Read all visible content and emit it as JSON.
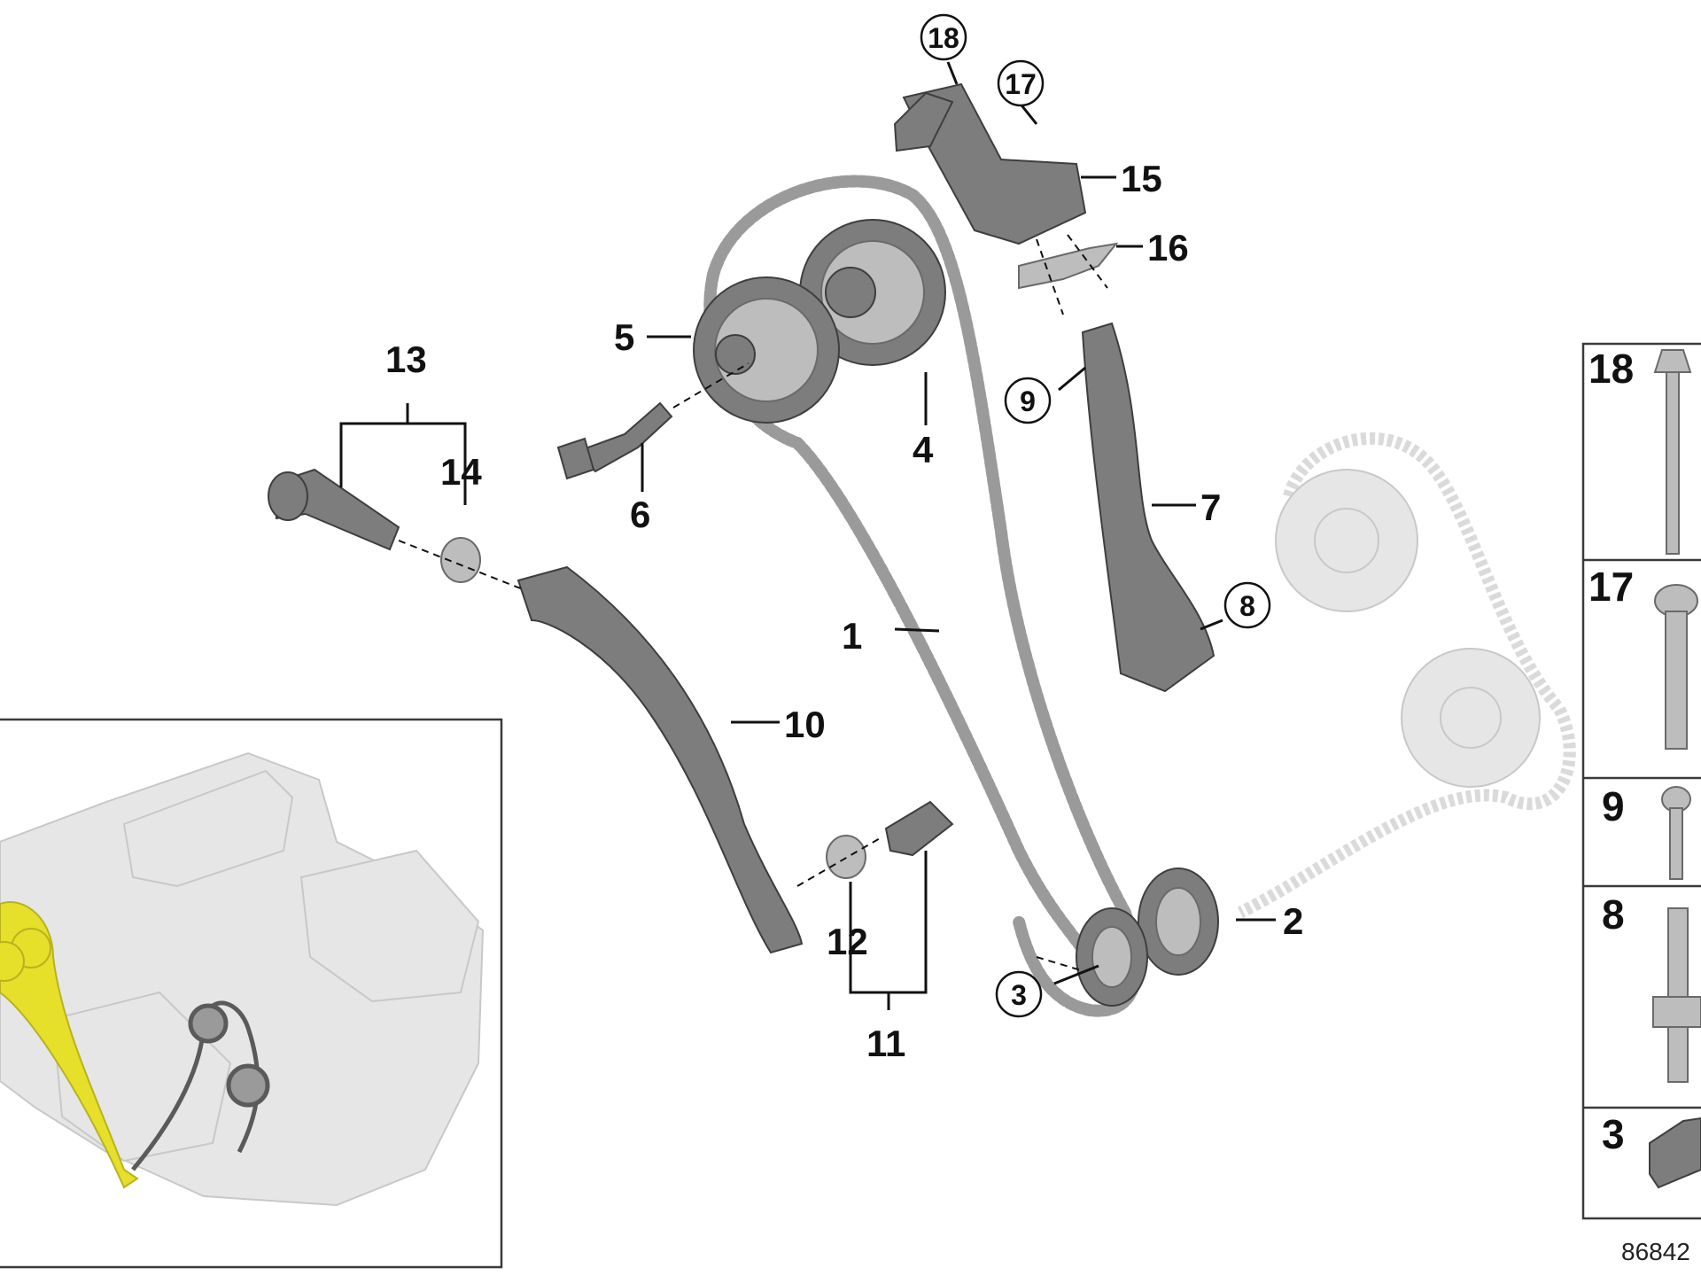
{
  "diagram": {
    "reference_number": "86842",
    "callouts": {
      "c1": "1",
      "c2": "2",
      "c3": "3",
      "c4": "4",
      "c5": "5",
      "c6": "6",
      "c7": "7",
      "c8": "8",
      "c9": "9",
      "c10": "10",
      "c11": "11",
      "c12": "12",
      "c13": "13",
      "c14": "14",
      "c15": "15",
      "c16": "16",
      "c17": "17",
      "c18": "18"
    },
    "fastener_panel": {
      "rows": [
        "18",
        "17",
        "9",
        "8",
        "3"
      ]
    },
    "colors": {
      "highlight": "#e6e02a",
      "part_dark": "#7d7d7d",
      "part_ghost": "#e6e6e6"
    }
  }
}
